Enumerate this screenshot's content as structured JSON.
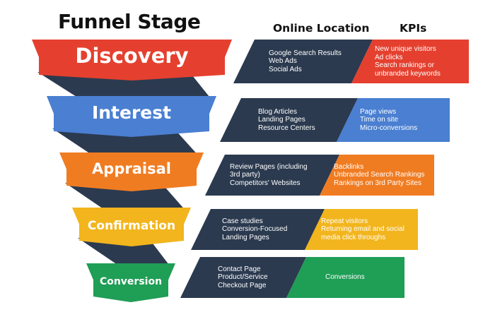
{
  "header": {
    "title": "Funnel Stage",
    "online_location": "Online Location",
    "kpis": "KPIs"
  },
  "colors": {
    "dark": "#2b3a4f",
    "discovery": "#e5402f",
    "interest": "#4a7fd1",
    "appraisal": "#f07c22",
    "confirmation": "#f2b51d",
    "conversion": "#1f9e55"
  },
  "stages": [
    {
      "name": "Discovery",
      "color": "#e5402f",
      "locations": [
        "Google Search Results",
        "Web Ads",
        "Social Ads"
      ],
      "kpis": [
        "New unique visitors",
        "Ad clicks",
        "Search rankings or",
        "unbranded keywords"
      ]
    },
    {
      "name": "Interest",
      "color": "#4a7fd1",
      "locations": [
        "Blog Articles",
        "Landing Pages",
        "Resource Centers"
      ],
      "kpis": [
        "Page views",
        "Time on site",
        "Micro-conversions"
      ]
    },
    {
      "name": "Appraisal",
      "color": "#f07c22",
      "locations": [
        "Review Pages (including",
        "3rd party)",
        "Competitors' Websites"
      ],
      "kpis": [
        "Backlinks",
        "Unbranded Search Rankings",
        "Rankings on 3rd Party Sites"
      ]
    },
    {
      "name": "Confirmation",
      "color": "#f2b51d",
      "locations": [
        "Case studies",
        "Conversion-Focused",
        "Landing Pages"
      ],
      "kpis": [
        "Repeat visitors",
        "Returning email and social",
        "media click throughs"
      ]
    },
    {
      "name": "Conversion",
      "color": "#1f9e55",
      "locations": [
        "Contact Page",
        "Product/Service",
        "Checkout Page"
      ],
      "kpis": [
        "Conversions"
      ]
    }
  ]
}
